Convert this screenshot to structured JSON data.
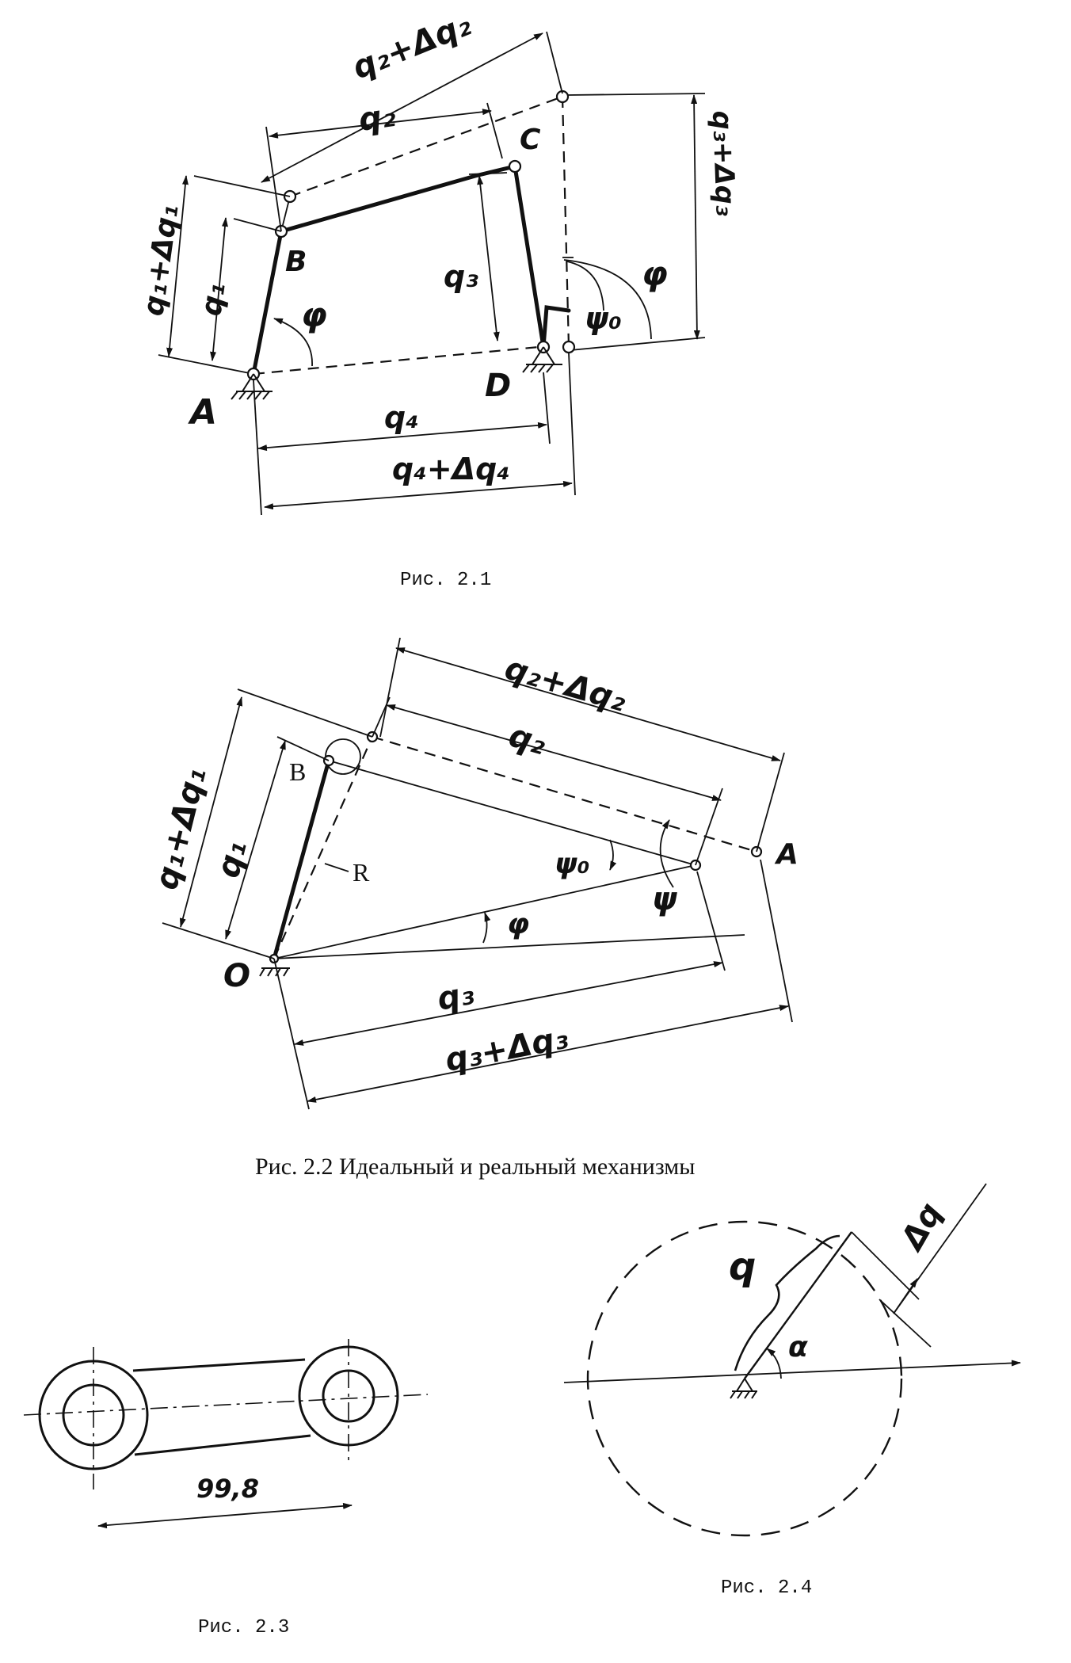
{
  "fig1": {
    "caption": "Рис. 2.1",
    "labels": {
      "A": "A",
      "B": "B",
      "C": "C",
      "D": "D",
      "q1": "q₁",
      "q1d": "q₁+Δq₁",
      "q2": "q₂",
      "q2d": "q₂+Δq₂",
      "q3": "q₃",
      "q3d": "q₃+Δq₃",
      "q4": "q₄",
      "q4d": "q₄+Δq₄",
      "phi": "φ",
      "phi2": "φ",
      "psi0": "ψ₀"
    }
  },
  "fig2": {
    "caption": "Рис. 2.2 Идеальный и реальный механизмы",
    "labels": {
      "O": "O",
      "B": "B",
      "A": "A",
      "R": "R",
      "q1": "q₁",
      "q1d": "q₁+Δq₁",
      "q2": "q₂",
      "q2d": "q₂+Δq₂",
      "q3": "q₃",
      "q3d": "q₃+Δq₃",
      "phi": "φ",
      "psi": "ψ",
      "psi0": "ψ₀"
    }
  },
  "fig3": {
    "caption": "Рис. 2.3",
    "dimension": "99,8"
  },
  "fig4": {
    "caption": "Рис. 2.4",
    "labels": {
      "q": "q",
      "dq": "Δq",
      "alpha": "α"
    }
  }
}
